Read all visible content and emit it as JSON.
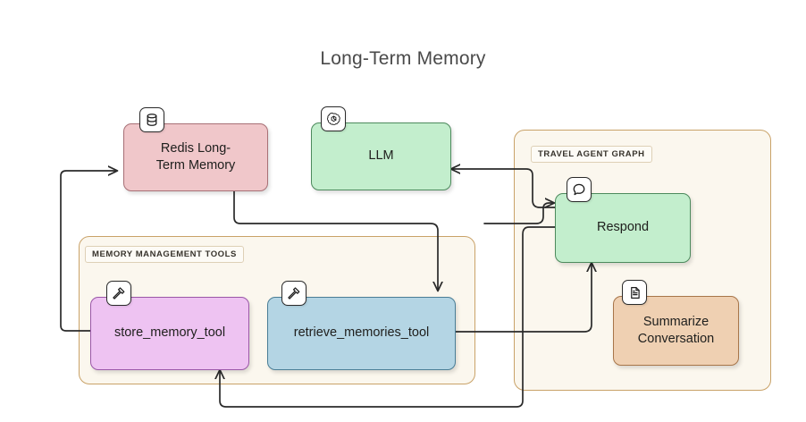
{
  "diagram": {
    "title": "Long-Term Memory",
    "type": "architecture-diagram"
  },
  "groups": [
    {
      "id": "memory-management-tools",
      "label": "MEMORY MANAGEMENT TOOLS",
      "border_color": "#c9a268",
      "background_color": "#fbf7ee"
    },
    {
      "id": "travel-agent-graph",
      "label": "TRAVEL AGENT GRAPH",
      "border_color": "#c9a268",
      "background_color": "#fbf7ee"
    }
  ],
  "nodes": [
    {
      "id": "redis-long-term-memory",
      "label": "Redis Long-\nTerm Memory",
      "line1": "Redis Long-",
      "line2": "Term Memory",
      "icon": "database-icon",
      "color": "#f0c7ca",
      "border_color": "#a87076",
      "group": null
    },
    {
      "id": "llm",
      "label": "LLM",
      "line1": "LLM",
      "line2": "",
      "icon": "openai-icon",
      "color": "#c3eecd",
      "border_color": "#4d8a5d",
      "group": null
    },
    {
      "id": "store-memory-tool",
      "label": "store_memory_tool",
      "line1": "store_memory_tool",
      "line2": "",
      "icon": "hammer-tool-icon",
      "color": "#eec3f2",
      "border_color": "#9a57a8",
      "group": "memory-management-tools"
    },
    {
      "id": "retrieve-memories-tool",
      "label": "retrieve_memories_tool",
      "line1": "retrieve_memories_tool",
      "line2": "",
      "icon": "hammer-tool-icon",
      "color": "#b4d5e4",
      "border_color": "#4a7e96",
      "group": "memory-management-tools"
    },
    {
      "id": "respond",
      "label": "Respond",
      "line1": "Respond",
      "line2": "",
      "icon": "chat-bubble-icon",
      "color": "#c3eecd",
      "border_color": "#4d8a5d",
      "group": "travel-agent-graph"
    },
    {
      "id": "summarize-conversation",
      "label": "Summarize\nConversation",
      "line1": "Summarize",
      "line2": "Conversation",
      "icon": "document-icon",
      "color": "#efd0b2",
      "border_color": "#a8764a",
      "group": "travel-agent-graph"
    }
  ],
  "edges": [
    {
      "id": "edge-store-to-redis",
      "from": "store-memory-tool",
      "to": "redis-long-term-memory",
      "arrow": true
    },
    {
      "id": "edge-redis-to-retrieve",
      "from": "redis-long-term-memory",
      "to": "retrieve-memories-tool",
      "arrow": true
    },
    {
      "id": "edge-respond-to-llm",
      "from": "respond",
      "to": "llm",
      "arrow": true
    },
    {
      "id": "edge-llm-to-respond",
      "from": "llm",
      "to": "respond",
      "arrow": true
    },
    {
      "id": "edge-retrieve-to-respond",
      "from": "retrieve-memories-tool",
      "to": "respond",
      "arrow": true
    },
    {
      "id": "edge-respond-to-store",
      "from": "respond",
      "to": "store-memory-tool",
      "arrow": true
    }
  ],
  "colors": {
    "edge_stroke": "#2a2a2a",
    "title_text": "#4a4a4a",
    "canvas_background": "#ffffff"
  }
}
